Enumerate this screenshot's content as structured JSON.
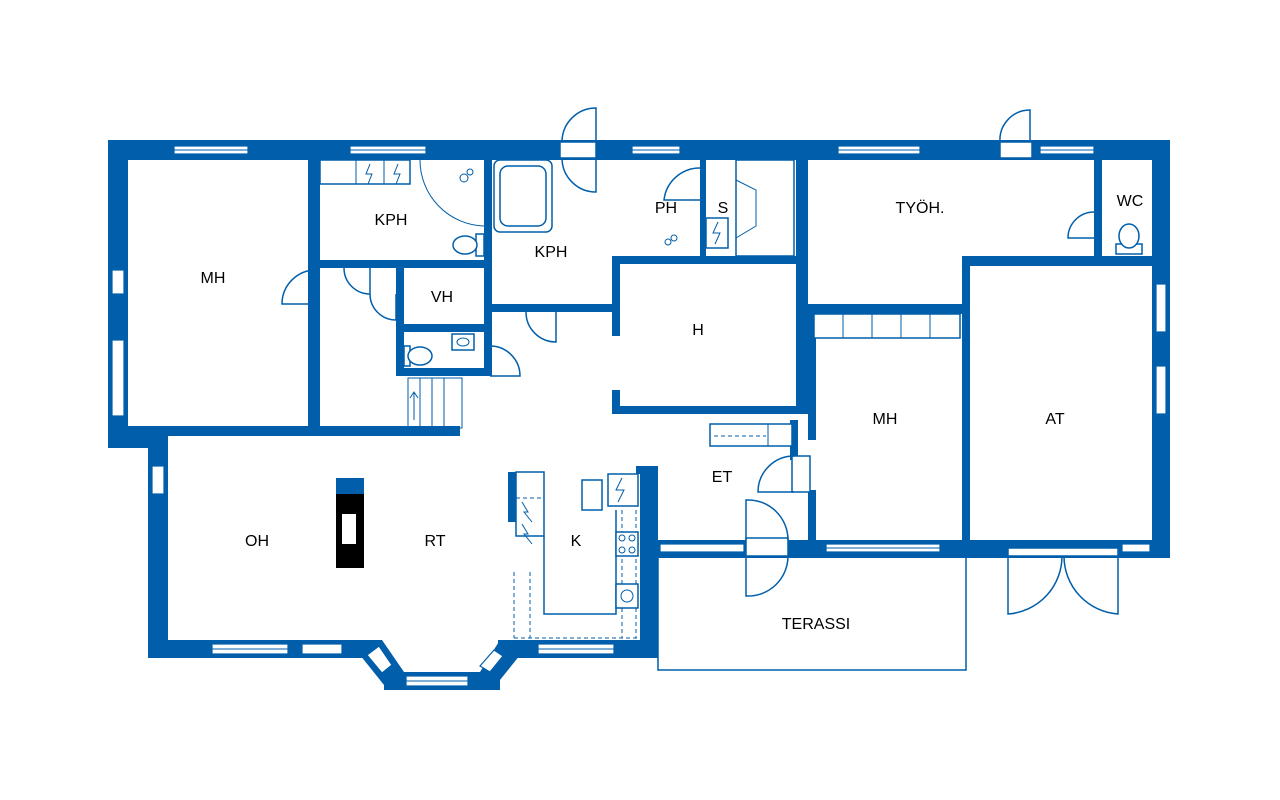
{
  "rooms": {
    "mh1": "MH",
    "kph1": "KPH",
    "kph2": "KPH",
    "ph": "PH",
    "s": "S",
    "tyoh": "TYÖH.",
    "wc": "WC",
    "vh": "VH",
    "h": "H",
    "mh2": "MH",
    "at": "AT",
    "oh": "OH",
    "rt": "RT",
    "k": "K",
    "et": "ET",
    "terassi": "TERASSI"
  },
  "colors": {
    "wall": "#005eaa",
    "background": "#ffffff",
    "label": "#000000"
  }
}
